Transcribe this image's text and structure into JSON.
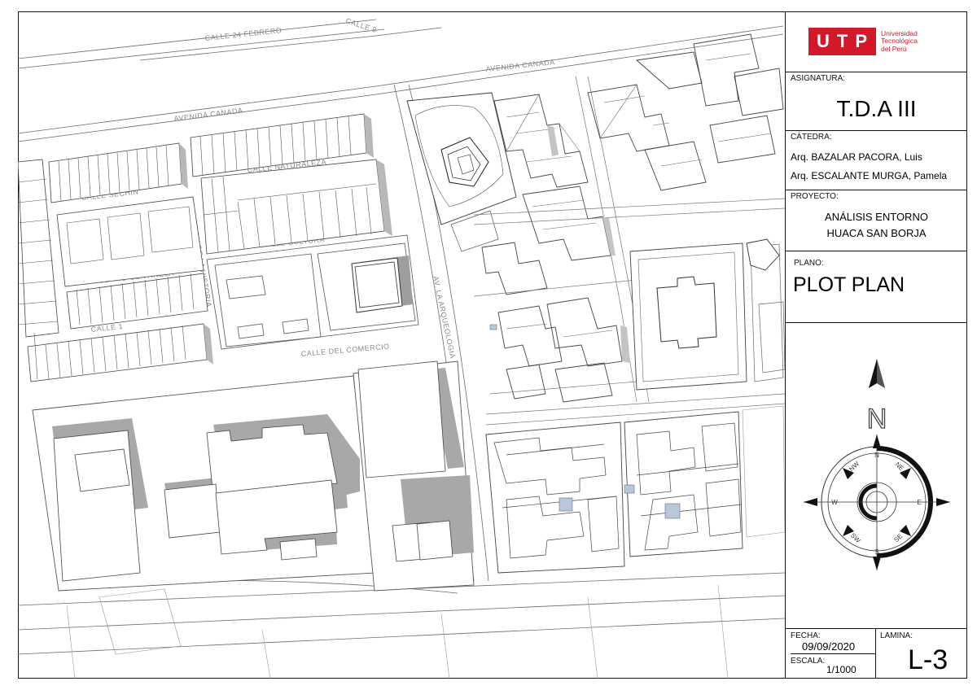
{
  "logo": {
    "brand": "UTP",
    "line1": "Universidad",
    "line2": "Tecnológica",
    "line3": "del Perú"
  },
  "panel": {
    "asignatura_label": "ASIGNATURA:",
    "asignatura": "T.D.A III",
    "catedra_label": "CÁTEDRA:",
    "catedra_1": "Arq. BAZALAR PACORA, Luis",
    "catedra_2": "Arq. ESCALANTE MURGA, Pamela",
    "proyecto_label": "PROYECTO:",
    "proyecto_1": "ANÁLISIS ENTORNO",
    "proyecto_2": "HUACA SAN BORJA",
    "plano_label": "PLANO:",
    "plano": "PLOT PLAN",
    "fecha_label": "FECHA:",
    "fecha": "09/09/2020",
    "escala_label": "ESCALA:",
    "escala": "1/1000",
    "lamina_label": "LAMINA:",
    "lamina": "L-3"
  },
  "compass": {
    "north_letter": "N",
    "n": "N",
    "ne": "NE",
    "e": "E",
    "se": "SE",
    "s": "S",
    "sw": "SW",
    "w": "W",
    "nw": "NW"
  },
  "streets": {
    "calle_24_febrero": "CALLE 24 FEBRERO",
    "calle_8": "CALLE 8",
    "avenida_canada_1": "AVENIDA CANADA",
    "avenida_canada_2": "AVENIDA CANADA",
    "calle_naturaleza": "CALLE NATURALEZA",
    "calle_sechin": "CALLE SECHIN",
    "calle_cultura": "CALLE CULTURA",
    "ca_cerro_centinela": "CA. CERRO CENTINELA",
    "jiron_historia": "JIRON DE LA HISTORIA",
    "calle_1": "CALLE 1",
    "calle_del_comercio": "CALLE DEL COMERCIO",
    "av_arqueologia": "AV. LA ARQUEOLOGIA"
  }
}
